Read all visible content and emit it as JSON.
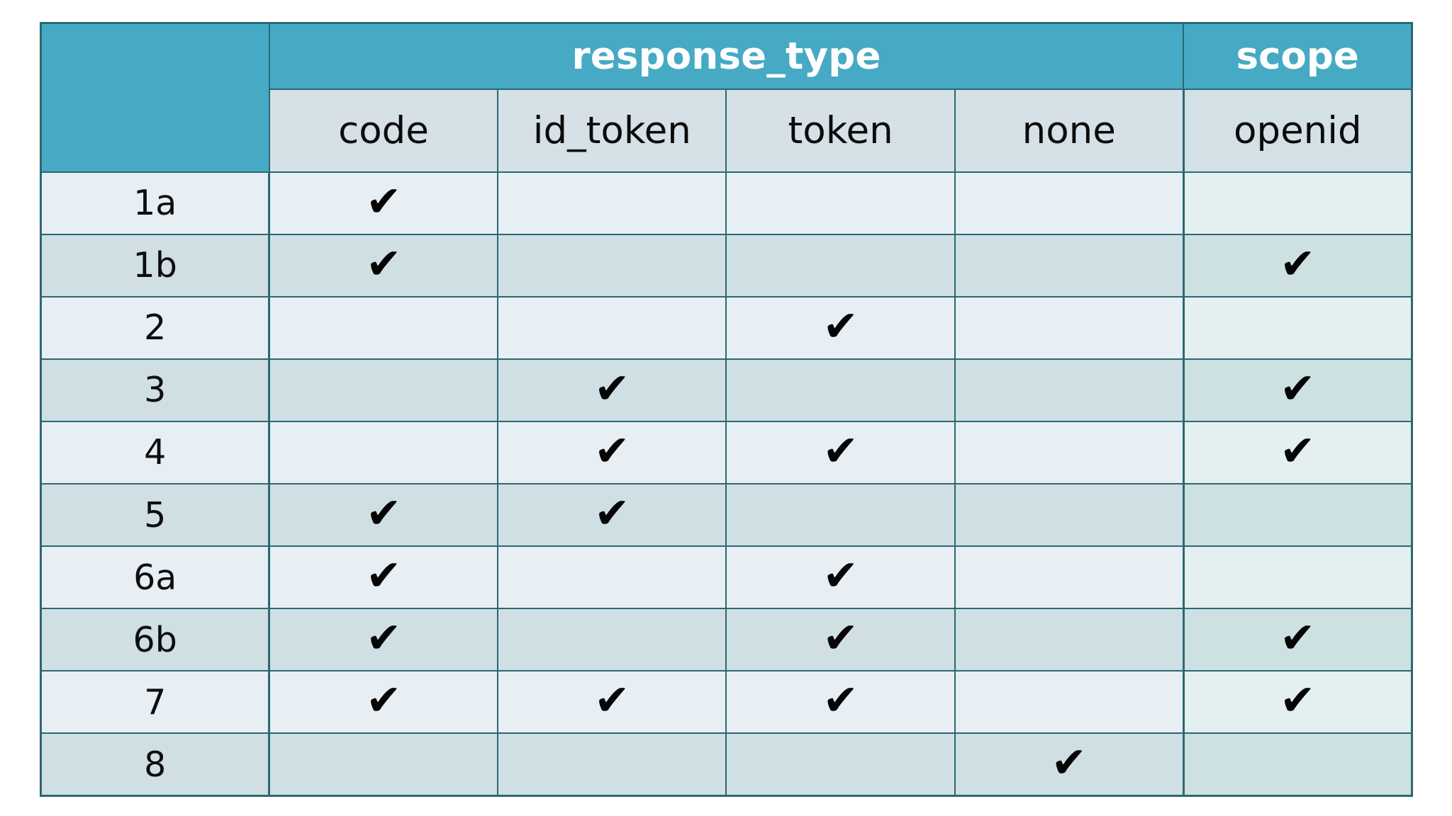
{
  "table": {
    "corner_label": "",
    "group_headers": [
      {
        "label": "response_type",
        "span": 4
      },
      {
        "label": "scope",
        "span": 1
      }
    ],
    "column_headers": [
      "code",
      "id_token",
      "token",
      "none",
      "openid"
    ],
    "row_header_label": "",
    "check_glyph": "✔",
    "rows": [
      {
        "label": "1a",
        "cells": [
          true,
          false,
          false,
          false,
          false
        ]
      },
      {
        "label": "1b",
        "cells": [
          true,
          false,
          false,
          false,
          true
        ]
      },
      {
        "label": "2",
        "cells": [
          false,
          false,
          true,
          false,
          false
        ]
      },
      {
        "label": "3",
        "cells": [
          false,
          true,
          false,
          false,
          true
        ]
      },
      {
        "label": "4",
        "cells": [
          false,
          true,
          true,
          false,
          true
        ]
      },
      {
        "label": "5",
        "cells": [
          true,
          true,
          false,
          false,
          false
        ]
      },
      {
        "label": "6a",
        "cells": [
          true,
          false,
          true,
          false,
          false
        ]
      },
      {
        "label": "6b",
        "cells": [
          true,
          false,
          true,
          false,
          true
        ]
      },
      {
        "label": "7",
        "cells": [
          true,
          true,
          true,
          false,
          true
        ]
      },
      {
        "label": "8",
        "cells": [
          false,
          false,
          false,
          true,
          false
        ]
      }
    ]
  },
  "colors": {
    "header_teal": "#46aac4",
    "border": "#2c6773",
    "subheader_bg": "#d5e1e7",
    "row_light": "#e7eef4",
    "row_dark": "#cfdfe4",
    "header_text": "#ffffff",
    "body_text": "#0d0d0d",
    "check_color": "#050505",
    "page_bg": "#ffffff"
  }
}
